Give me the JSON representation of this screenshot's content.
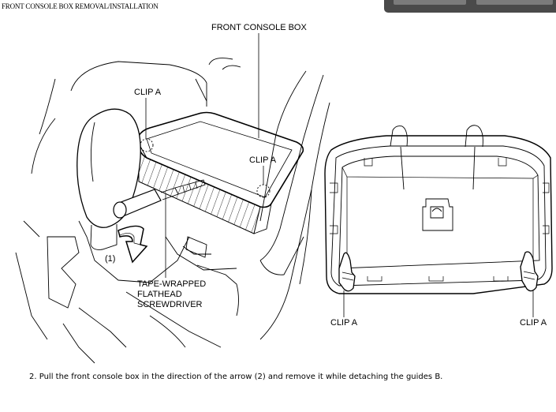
{
  "page": {
    "title": "FRONT CONSOLE BOX REMOVAL/INSTALLATION"
  },
  "diagram": {
    "labels": {
      "front_console_box": "FRONT CONSOLE BOX",
      "clip_a_top": "CLIP A",
      "clip_a_mid": "CLIP A",
      "step_marker": "(1)",
      "screwdriver_line1": "TAPE-WRAPPED",
      "screwdriver_line2": "FLATHEAD",
      "screwdriver_line3": "SCREWDRIVER",
      "clip_a_right_left": "CLIP A",
      "clip_a_right_right": "CLIP A"
    }
  },
  "instruction": {
    "text": "2. Pull the front console box in the direction of the arrow (2) and remove it while detaching the guides B."
  },
  "colors": {
    "toolbar": "#4a4a4a",
    "toolbar_button": "#7b7b7b",
    "line": "#000000"
  }
}
